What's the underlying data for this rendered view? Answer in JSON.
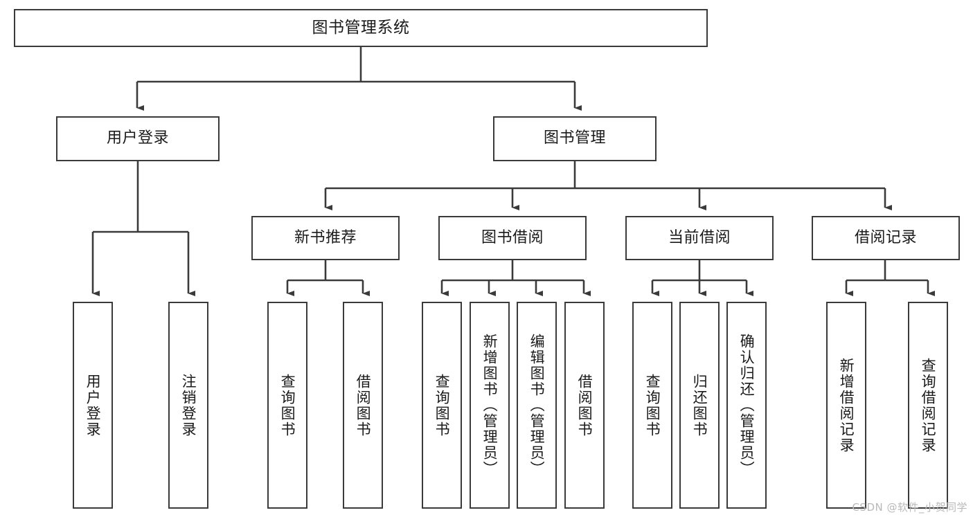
{
  "diagram": {
    "title": "图书管理系统",
    "type": "tree-hierarchy-diagram",
    "watermark": "CSDN @软件_小贺同学",
    "colors": {
      "stroke": "#3a3a3a",
      "fill": "#ffffff",
      "text": "#1a1a1a",
      "watermark": "#b9b9b9"
    },
    "root": {
      "label": "图书管理系统"
    },
    "level2": [
      {
        "label": "用户登录"
      },
      {
        "label": "图书管理"
      }
    ],
    "level3": [
      {
        "label": "新书推荐"
      },
      {
        "label": "图书借阅"
      },
      {
        "label": "当前借阅"
      },
      {
        "label": "借阅记录"
      }
    ],
    "leaves": {
      "user_login": [
        {
          "label": "用户登录"
        },
        {
          "label": "注销登录"
        }
      ],
      "new_book_recommend": [
        {
          "label": "查询图书"
        },
        {
          "label": "借阅图书"
        }
      ],
      "book_borrow": [
        {
          "label": "查询图书"
        },
        {
          "label": "新增图书（管理员）"
        },
        {
          "label": "编辑图书（管理员）"
        },
        {
          "label": "借阅图书"
        }
      ],
      "current_borrow": [
        {
          "label": "查询图书"
        },
        {
          "label": "归还图书"
        },
        {
          "label": "确认归还（管理员）"
        }
      ],
      "borrow_record": [
        {
          "label": "新增借阅记录"
        },
        {
          "label": "查询借阅记录"
        }
      ]
    }
  }
}
